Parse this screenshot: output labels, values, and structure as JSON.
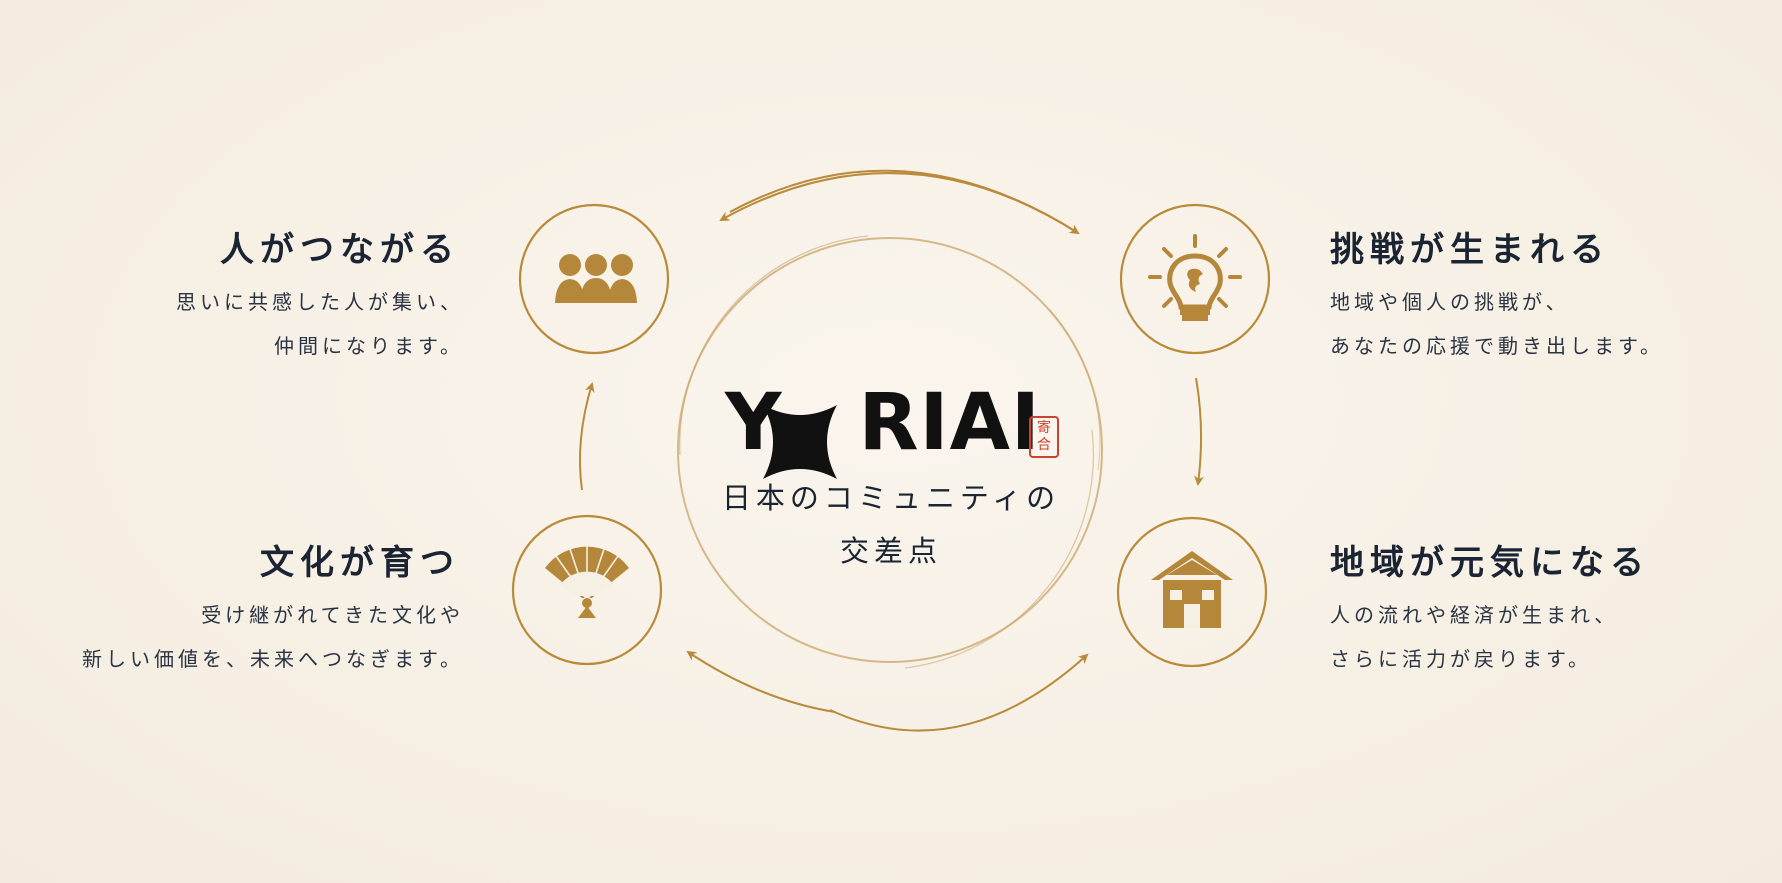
{
  "center": {
    "logo_text_1": "Y",
    "logo_text_2": "RIAI",
    "seal_text": "寄合",
    "tagline_line1": "日本のコミュニティの",
    "tagline_line2": "交差点"
  },
  "nodes": [
    {
      "id": "connect",
      "title": "人がつながる",
      "lines": [
        "思いに共感した人が集い、",
        "仲間になります。"
      ],
      "icon": "people-icon"
    },
    {
      "id": "challenge",
      "title": "挑戦が生まれる",
      "lines": [
        "地域や個人の挑戦が、",
        "あなたの応援で動き出します。"
      ],
      "icon": "lightbulb-icon"
    },
    {
      "id": "culture",
      "title": "文化が育つ",
      "lines": [
        "受け継がれてきた文化や",
        "新しい価値を、未来へつなぎます。"
      ],
      "icon": "folding-fan-icon"
    },
    {
      "id": "region",
      "title": "地域が元気になる",
      "lines": [
        "人の流れや経済が生まれ、",
        "さらに活力が戻ります。"
      ],
      "icon": "house-icon"
    }
  ],
  "colors": {
    "background": "#f7f0e6",
    "gold": "#b88a3a",
    "text_dark": "#1b2432",
    "seal_red": "#c9432e",
    "logo_black": "#111111"
  }
}
